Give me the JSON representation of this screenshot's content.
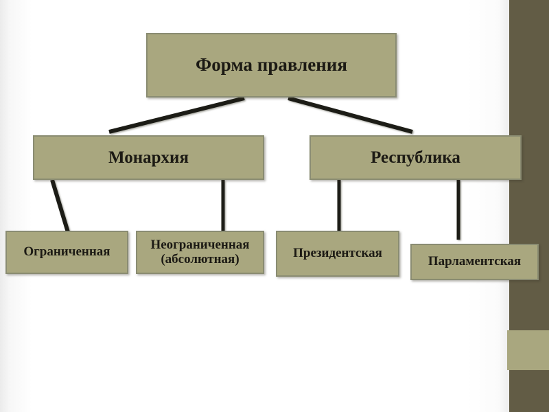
{
  "slide": {
    "title_text": "Форма правления",
    "background_color": "#ffffff",
    "node_fill_color": "#a9a77f",
    "node_border_color": "#8a8c72",
    "text_color": "#1c1a14",
    "connector_color": "#1a1a14",
    "sidebar_dark_color": "#625c45",
    "sidebar_light_color": "#a9a77f"
  },
  "diagram": {
    "type": "tree",
    "root": {
      "id": "root",
      "label": "Форма правления"
    },
    "level2": [
      {
        "id": "monarchy",
        "label": "Монархия"
      },
      {
        "id": "republic",
        "label": "Республика"
      }
    ],
    "level3": [
      {
        "id": "limited",
        "label": "Ограниченная",
        "parent": "monarchy"
      },
      {
        "id": "unlimited",
        "label_line1": "Неограниченная",
        "label_line2": "(абсолютная)",
        "parent": "monarchy"
      },
      {
        "id": "presidential",
        "label": "Президентская",
        "parent": "republic"
      },
      {
        "id": "parliamentary",
        "label": "Парламентская",
        "parent": "republic"
      }
    ]
  },
  "decor": {
    "band_dark_top": "dark-olive-band",
    "band_light": "light-olive-band",
    "band_dark_bottom": "dark-olive-band"
  }
}
